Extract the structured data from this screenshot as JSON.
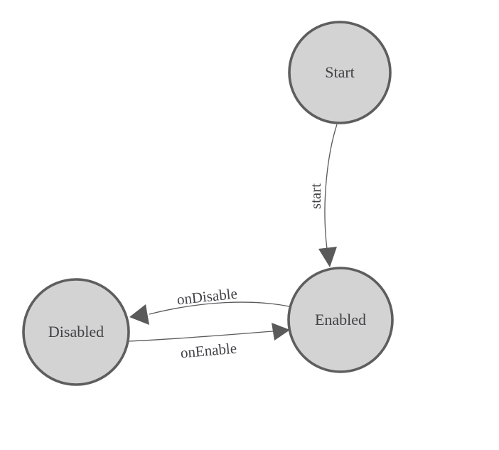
{
  "diagram": {
    "title": "state-machine-diagram",
    "background_color": "#ffffff",
    "node_fill_color": "#d3d3d3",
    "node_stroke_color": "#5e5e5e",
    "edge_color": "#5a5a5a",
    "label_color": "#414146",
    "nodes": [
      {
        "id": "start",
        "label": "Start"
      },
      {
        "id": "enabled",
        "label": "Enabled"
      },
      {
        "id": "disabled",
        "label": "Disabled"
      }
    ],
    "edges": [
      {
        "from": "Start",
        "to": "Enabled",
        "label": "start"
      },
      {
        "from": "Enabled",
        "to": "Disabled",
        "label": "onDisable"
      },
      {
        "from": "Disabled",
        "to": "Enabled",
        "label": "onEnable"
      }
    ]
  }
}
